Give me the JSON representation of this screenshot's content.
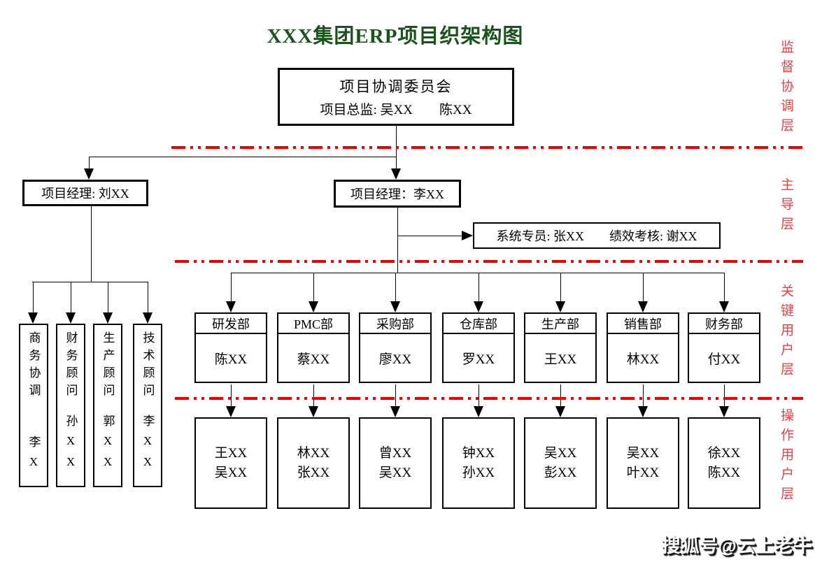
{
  "title": "XXX集团ERP项目织架构图",
  "colors": {
    "title_green": "#1c521c",
    "line_red": "#ee0000",
    "label_red": "#e04343"
  },
  "committee": {
    "title": "项目协调委员会",
    "subtitle": "项目总监: 吴XX　　陈XX"
  },
  "managers": {
    "left": "项目经理: 刘XX",
    "right": "项目经理：李XX"
  },
  "specialist": "系统专员: 张XX　　绩效考核: 谢XX",
  "consultants": [
    {
      "title": "商务协调",
      "name": "李X"
    },
    {
      "title": "财务顾问",
      "name": "孙XX"
    },
    {
      "title": "生产顾问",
      "name": "郭XX"
    },
    {
      "title": "技术顾问",
      "name": "李XX"
    }
  ],
  "departments": [
    {
      "dept": "研发部",
      "lead": "陈XX",
      "members": [
        "王XX",
        "吴XX"
      ]
    },
    {
      "dept": "PMC部",
      "lead": "蔡XX",
      "members": [
        "林XX",
        "张XX"
      ]
    },
    {
      "dept": "采购部",
      "lead": "廖XX",
      "members": [
        "曾XX",
        "吴XX"
      ]
    },
    {
      "dept": "仓库部",
      "lead": "罗XX",
      "members": [
        "钟XX",
        "孙XX"
      ]
    },
    {
      "dept": "生产部",
      "lead": "王XX",
      "members": [
        "吴XX",
        "彭XX"
      ]
    },
    {
      "dept": "销售部",
      "lead": "林XX",
      "members": [
        "吴XX",
        "叶XX"
      ]
    },
    {
      "dept": "财务部",
      "lead": "付XX",
      "members": [
        "徐XX",
        "陈XX"
      ]
    }
  ],
  "layers": [
    {
      "label": "监督协调层"
    },
    {
      "label": "主导层"
    },
    {
      "label": "关键用户层"
    },
    {
      "label": "操作用户层"
    }
  ],
  "watermark": "搜狐号@云上老牛"
}
